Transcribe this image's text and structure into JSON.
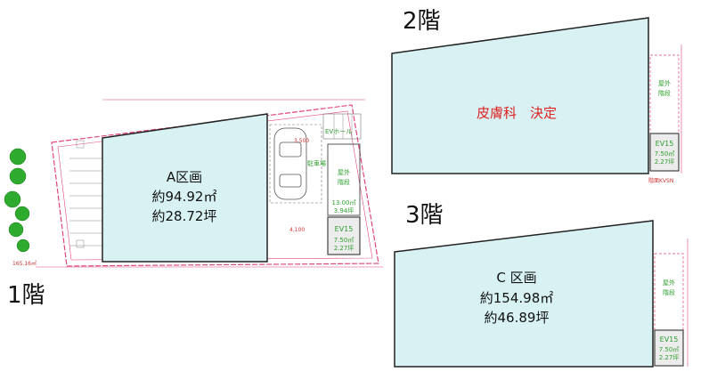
{
  "floors": {
    "f1": {
      "label": "1階",
      "room": {
        "name": "A区画",
        "area_m2": "約94.92㎡",
        "area_tsubo": "約28.72坪"
      },
      "stairs": "屋外\n階段",
      "ev": "EV15",
      "ev_area": "7.50㎡",
      "ev_tsubo": "2.27坪",
      "stair_area": "13.00㎡",
      "stair_tsubo": "3.94坪",
      "dims": {
        "d1": "3,500",
        "d2": "4,100",
        "left": "165.16㎡"
      },
      "notes": {
        "lobby": "EVホール",
        "parking": "駐車場"
      }
    },
    "f2": {
      "label": "2階",
      "tenant": "皮膚科　決定",
      "stairs": "屋外\n階段",
      "ev": "EV15",
      "ev_area": "7.50㎡",
      "ev_tsubo": "2.27坪",
      "bottom_note": "階面KVSN"
    },
    "f3": {
      "label": "3階",
      "room": {
        "name": "C 区画",
        "area_m2": "約154.98㎡",
        "area_tsubo": "約46.89坪"
      },
      "stairs": "屋外\n階段",
      "ev": "EV15",
      "ev_area": "7.50㎡",
      "ev_tsubo": "2.27坪"
    }
  },
  "colors": {
    "room_fill": "#d8f2f4",
    "site_line": "#e0477a",
    "green_text": "#2e9e2e",
    "ev_fill": "#ececec",
    "tenant_text": "#e02020",
    "tree": "#2eaa2e"
  }
}
